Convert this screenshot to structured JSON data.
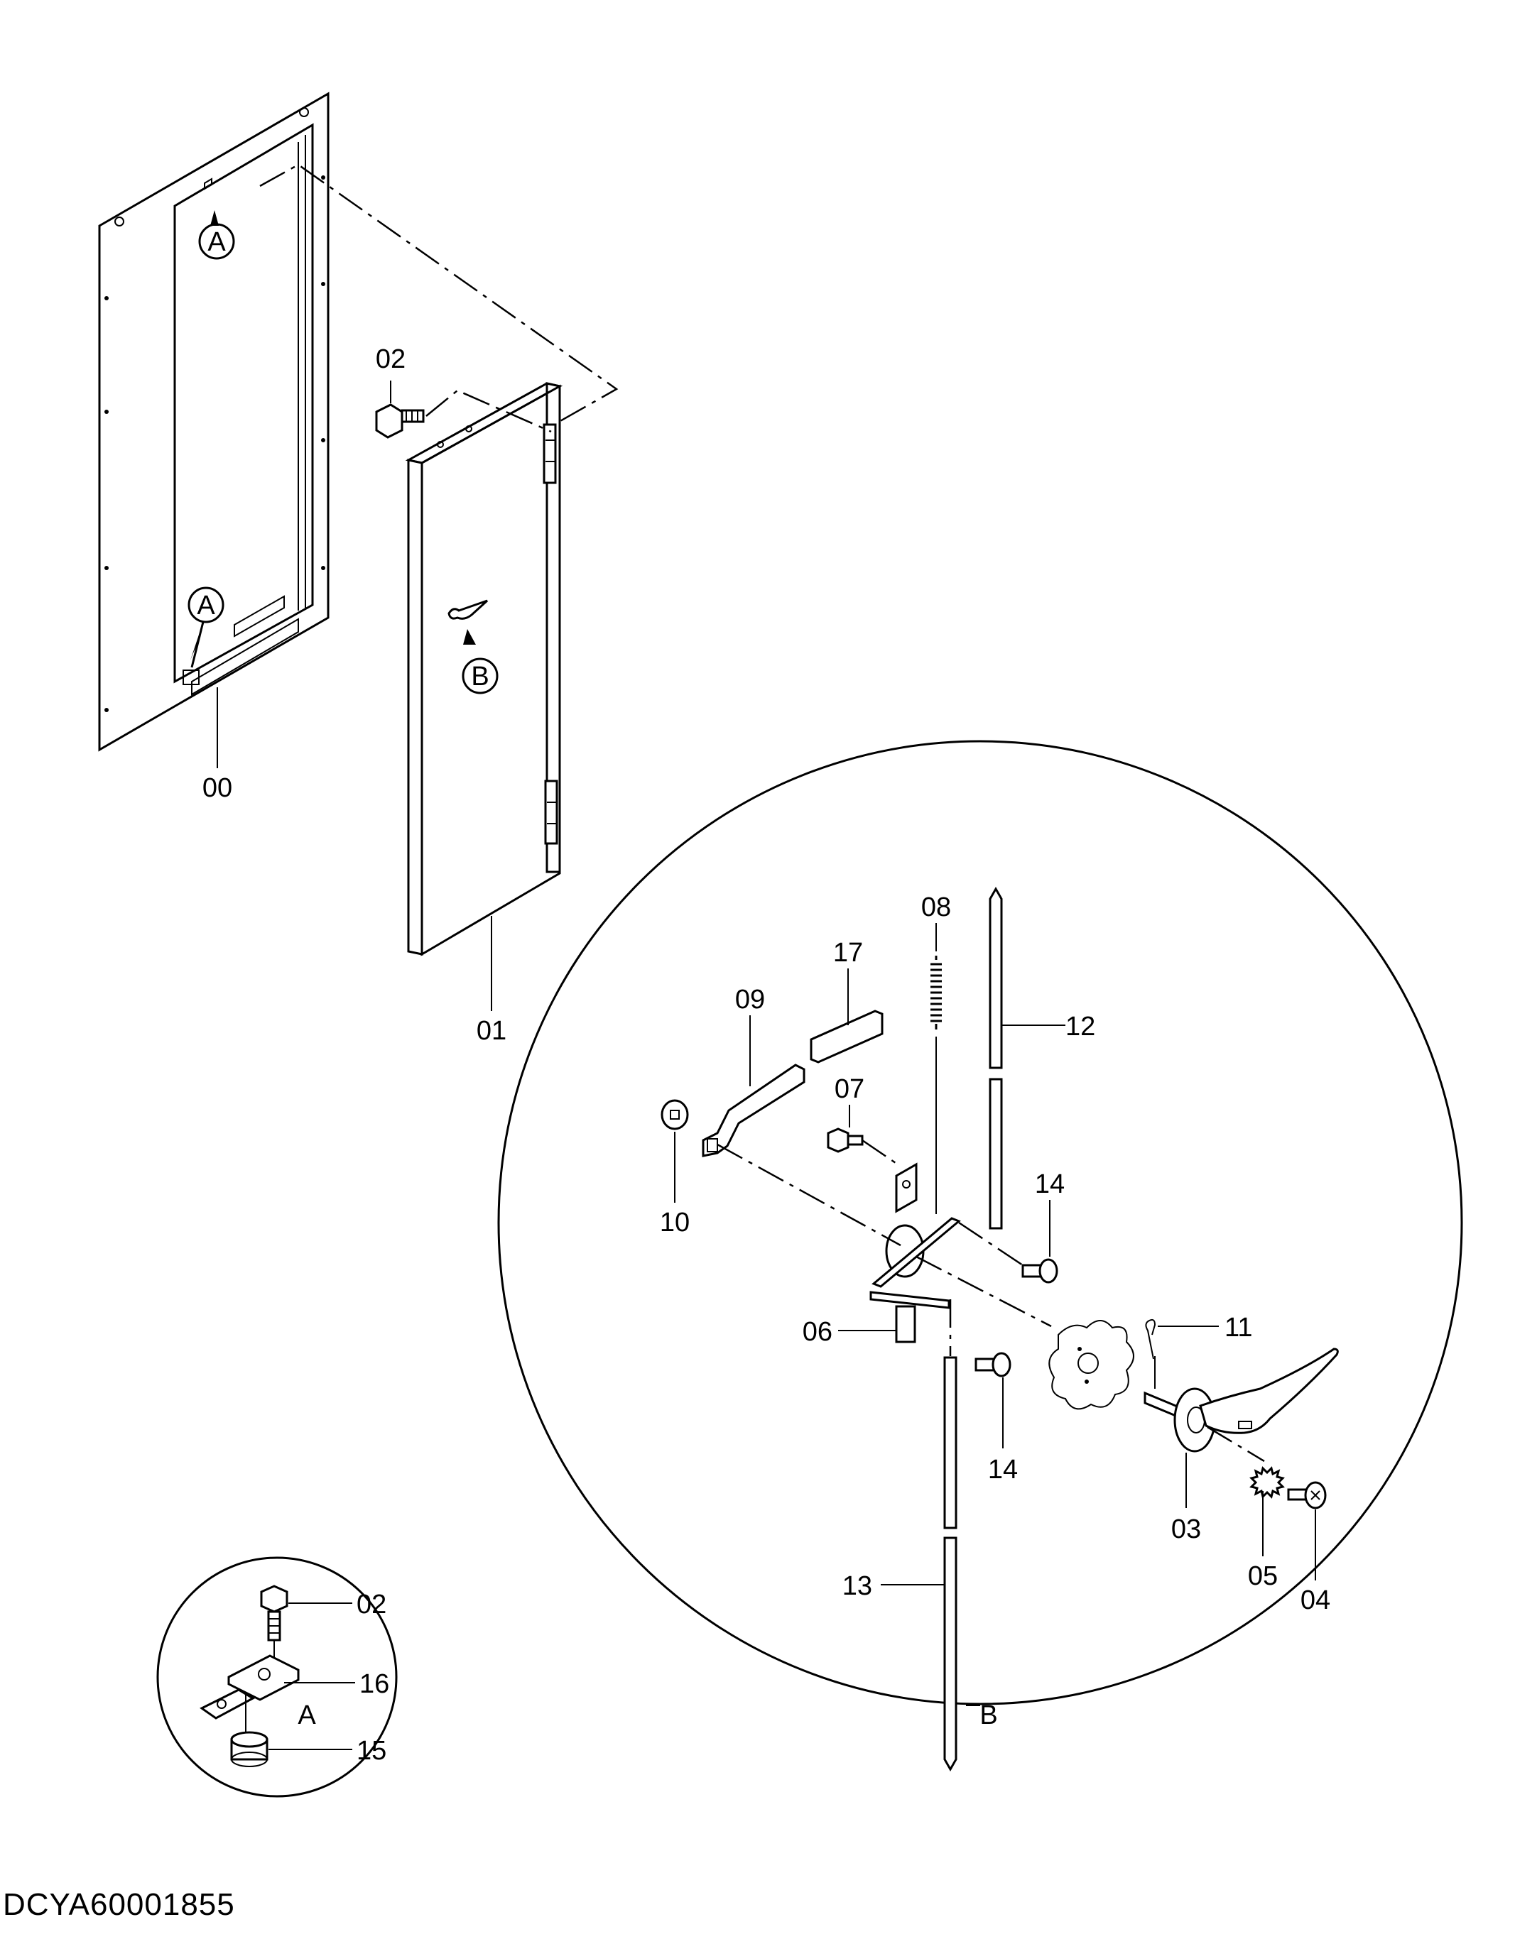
{
  "diagram": {
    "document_code": "DCYA60001855",
    "callouts": {
      "frame_a_top": "A",
      "frame_a_bottom": "A",
      "door_b": "B"
    },
    "part_numbers": {
      "frame": "00",
      "door": "01",
      "bolt_main": "02",
      "lever_handle": "03",
      "screw": "04",
      "lock_washer": "05",
      "latch_bracket": "06",
      "bolt_small": "07",
      "spring": "08",
      "latch_arm": "09",
      "stopper": "10",
      "cotter_pin": "11",
      "rod_upper": "12",
      "rod_lower": "13",
      "pin_upper": "14",
      "pin_lower": "14",
      "rubber_cushion": "15",
      "bracket": "16",
      "pad": "17",
      "detail_a_bolt": "02",
      "detail_a_bracket": "16",
      "detail_a_cushion": "15"
    },
    "detail_labels": {
      "detail_a": "A",
      "detail_b": "B"
    }
  }
}
